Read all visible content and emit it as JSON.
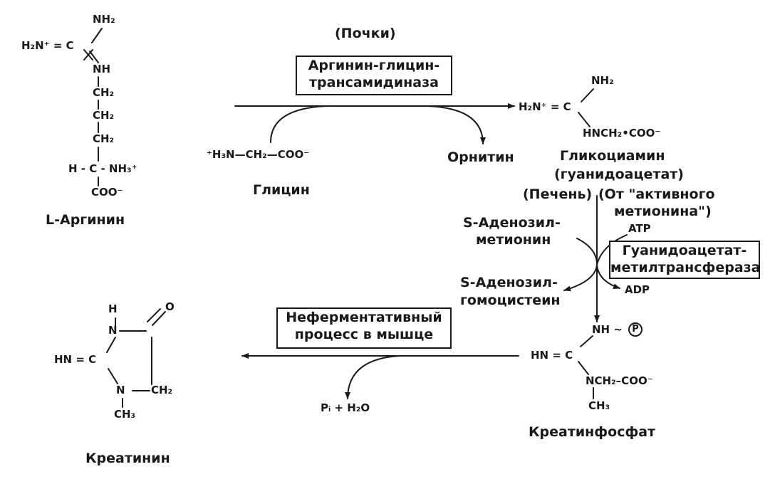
{
  "arginine": {
    "nh2_top": "NH₂",
    "h2n_plus": "H₂N⁺ = C",
    "nh": "NH",
    "ch2_a": "CH₂",
    "ch2_b": "CH₂",
    "ch2_c": "CH₂",
    "h_c_nh3": "H - C - NH₃⁺",
    "coo": "COO⁻",
    "name": "L-Аргинин"
  },
  "step1": {
    "organ": "(Почки)",
    "enzyme_line1": "Аргинин-глицин-",
    "enzyme_line2": "трансамидиназа",
    "glycine_formula": "⁺H₃N—CH₂—COO⁻",
    "glycine_name": "Глицин",
    "ornithine": "Орнитин"
  },
  "glycocyamine": {
    "nh2": "NH₂",
    "h2n_plus": "H₂N⁺ = C",
    "hnch2": "HNCH₂•COO⁻",
    "name_line1": "Гликоциамин",
    "name_line2": "(гуанидоацетат)"
  },
  "step2": {
    "organ": "(Печень)",
    "source_line1": "(От \"активного",
    "source_line2": "метионина\")",
    "sam_line1": "S-Аденозил-",
    "sam_line2": "метионин",
    "sah_line1": "S-Аденозил-",
    "sah_line2": "гомоцистеин",
    "atp": "ATP",
    "adp": "ADP",
    "enzyme_line1": "Гуанидоацетат-",
    "enzyme_line2": "метилтрансфераза"
  },
  "creatine_phosphate": {
    "nh_p": "NH ~",
    "p_symbol": "P",
    "hn_c": "HN = C",
    "nch2": "NCH₂–COO⁻",
    "ch3": "CH₃",
    "name": "Креатинфосфат"
  },
  "step3": {
    "process_line1": "Неферментативный",
    "process_line2": "процесс в мышце",
    "products": "Pᵢ + H₂O"
  },
  "creatinine": {
    "h": "H",
    "n_top": "N",
    "o": "O",
    "hn_c": "HN = C",
    "n_ring": "N",
    "ch2": "CH₂",
    "ch3": "CH₃",
    "name": "Креатинин"
  }
}
